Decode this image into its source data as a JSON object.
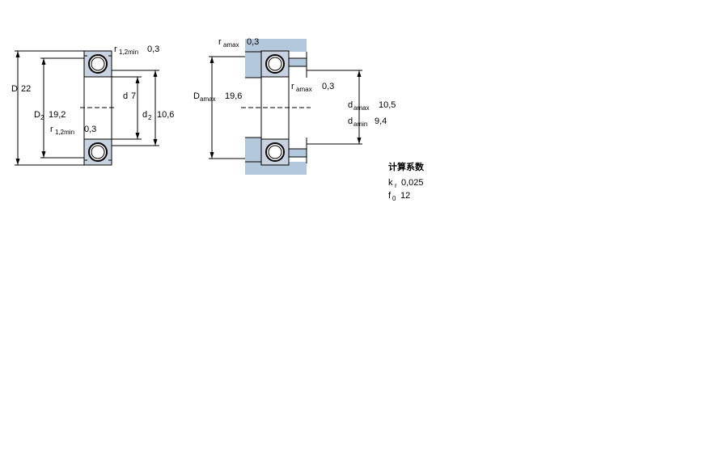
{
  "bearing": {
    "D": {
      "symbol": "D",
      "value": "22"
    },
    "D2": {
      "symbol": "D",
      "sub": "2",
      "value": "19,2"
    },
    "d": {
      "symbol": "d",
      "value": "7"
    },
    "d2": {
      "symbol": "d",
      "sub": "2",
      "value": "10,6"
    },
    "r12_top": {
      "symbol": "r",
      "sub": "1,2min",
      "value": "0,3"
    },
    "r12_bottom": {
      "symbol": "r",
      "sub": "1,2min",
      "value": "0,3"
    }
  },
  "abutment": {
    "ra_top": {
      "symbol": "r",
      "sub": "amax",
      "value": "0,3"
    },
    "ra_mid": {
      "symbol": "r",
      "sub": "amax",
      "value": "0,3"
    },
    "Da_max": {
      "symbol": "D",
      "sub": "amax",
      "value": "19,6"
    },
    "da_max": {
      "symbol": "d",
      "sub": "amax",
      "value": "10,5"
    },
    "da_min": {
      "symbol": "d",
      "sub": "amin",
      "value": "9,4"
    }
  },
  "factors": {
    "title": "计算系数",
    "kr": {
      "symbol": "k",
      "sub": "r",
      "value": "0,025"
    },
    "f0": {
      "symbol": "f",
      "sub": "0",
      "value": "12"
    }
  },
  "colors": {
    "housing_fill": "#b4c8dc",
    "ring_fill": "#c8d2e0",
    "line": "#000000"
  }
}
